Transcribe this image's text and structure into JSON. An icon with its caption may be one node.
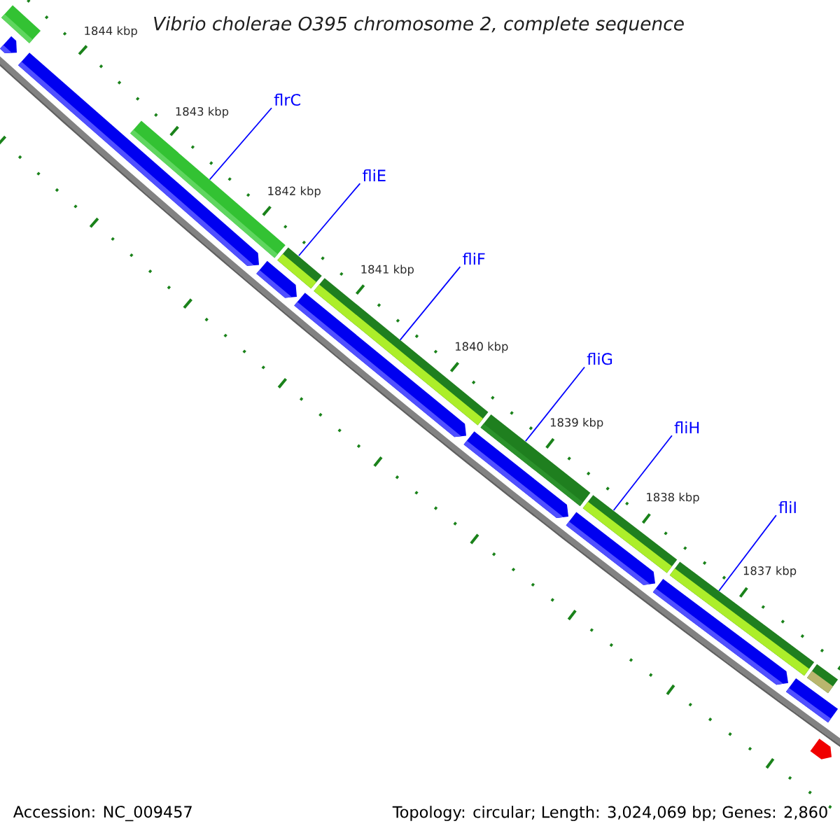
{
  "diagram": {
    "title": "Vibrio cholerae O395 chromosome 2, complete sequence",
    "nodes": [
      {
        "text": [
          "flrC"
        ]
      },
      {
        "text": [
          "fliE"
        ]
      },
      {
        "text": [
          "fliF"
        ]
      },
      {
        "text": [
          "fliG"
        ]
      },
      {
        "text": [
          "fliH"
        ]
      },
      {
        "text": [
          "fliI"
        ]
      },
      {
        "text": [],
        "shape": "bar"
      },
      {
        "text": [],
        "shape": "bar"
      },
      {
        "text": [],
        "shape": "bar"
      },
      {
        "text": [],
        "shape": "bar"
      },
      {
        "text": [],
        "shape": "bar"
      },
      {
        "text": [],
        "shape": "bar"
      },
      {
        "text": [],
        "shape": "bar"
      },
      {
        "text": [],
        "shape": "bar"
      },
      {
        "text": [],
        "shape": "bar"
      },
      {
        "text": [],
        "shape": "bar"
      },
      {
        "text": [],
        "shape": "bar"
      },
      {
        "text": [],
        "shape": "bar"
      },
      {
        "text": [],
        "shape": "bar"
      },
      {
        "text": [],
        "shape": "bar"
      },
      {
        "text": [],
        "shape": "bar"
      },
      {
        "text": [],
        "shape": "bar"
      },
      {
        "text": [],
        "shape": "bar"
      }
    ],
    "edges": [
      {
        "from": 0,
        "to": 7,
        "arrow": "none"
      },
      {
        "from": 1,
        "to": 8,
        "arrow": "none"
      },
      {
        "from": 2,
        "to": 9,
        "arrow": "none"
      },
      {
        "from": 3,
        "to": 10,
        "arrow": "none"
      },
      {
        "from": 4,
        "to": 11,
        "arrow": "none"
      },
      {
        "from": 5,
        "to": 12,
        "arrow": "none"
      }
    ],
    "labels": [
      "1844 kbp",
      "1843 kbp",
      "1842 kbp",
      "1841 kbp",
      "1840 kbp",
      "1839 kbp",
      "1838 kbp",
      "1837 kbp",
      "Accession: NC_009457",
      "Topology: circular; Length: 3,024,069 bp; Genes: 2,860"
    ]
  }
}
